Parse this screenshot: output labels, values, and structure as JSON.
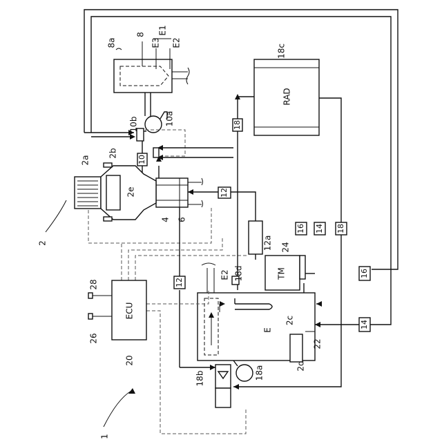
{
  "labels": {
    "rad": "RAD",
    "tm": "TM",
    "e": "E",
    "ecu": "ECU",
    "l2e": "2e"
  },
  "tags": {
    "t10": "10",
    "t12": "12",
    "t14": "14",
    "t16": "16",
    "t18": "18"
  },
  "refs": {
    "r1": "1",
    "r2": "2",
    "r2a": "2a",
    "r2b": "2b",
    "r2c": "2c",
    "r2d": "2d",
    "r4": "4",
    "r6": "6",
    "r8": "8",
    "r8a": "8a",
    "e1": "E1",
    "e2": "E2",
    "e3": "E3",
    "r10a": "10a",
    "r10b": "10b",
    "r12a": "12a",
    "r18a": "18a",
    "r18b": "18b",
    "r18c": "18c",
    "r18d": "18d",
    "r20": "20",
    "r22": "22",
    "r24": "24",
    "r26": "26",
    "r28": "28"
  }
}
